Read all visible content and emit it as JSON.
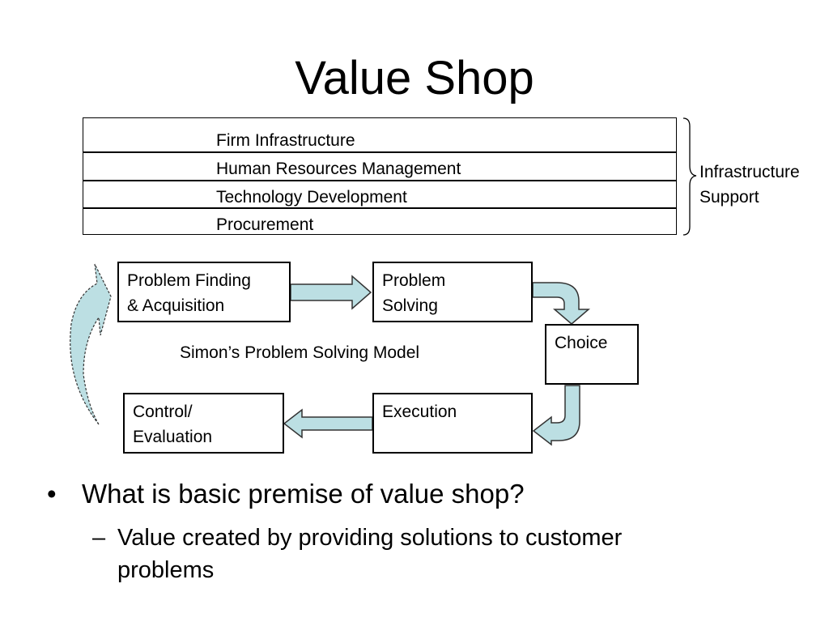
{
  "title": "Value Shop",
  "infrastructure": {
    "rows": [
      "Firm Infrastructure",
      "Human Resources Management",
      "Technology Development",
      "Procurement"
    ],
    "brace_label_line1": "Infrastructure",
    "brace_label_line2": "Support"
  },
  "model": {
    "caption": "Simon’s Problem Solving Model",
    "boxes": {
      "problem_finding": [
        "Problem Finding",
        "& Acquisition"
      ],
      "problem_solving": [
        "Problem",
        "Solving"
      ],
      "choice": [
        "Choice"
      ],
      "execution": [
        "Execution"
      ],
      "control": [
        "Control/",
        "Evaluation"
      ]
    }
  },
  "bullets": {
    "level1_marker": "•",
    "question": "What is basic premise of value shop?",
    "level2_marker": "–",
    "answer": "Value created by providing solutions to customer problems"
  },
  "colors": {
    "arrow_fill": "#bcdfe3",
    "arrow_stroke": "#333333"
  }
}
